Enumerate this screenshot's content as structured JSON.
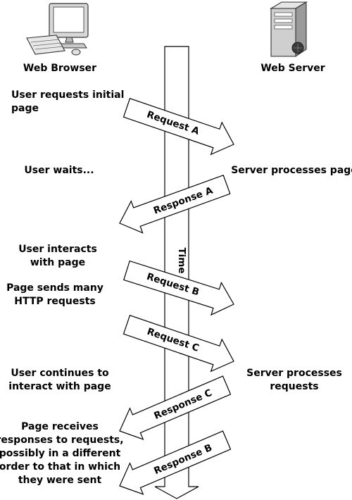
{
  "browser": {
    "label": "Web Browser",
    "icon": "desktop-computer-icon"
  },
  "server": {
    "label": "Web Server",
    "icon": "server-tower-icon"
  },
  "timeline": {
    "label": "Time"
  },
  "left_notes": [
    {
      "lines": [
        "User requests initial",
        "page"
      ]
    },
    {
      "lines": [
        "User waits..."
      ]
    },
    {
      "lines": [
        "User interacts",
        "with page"
      ]
    },
    {
      "lines": [
        "Page sends many",
        "HTTP requests"
      ]
    },
    {
      "lines": [
        "User continues to",
        "interact with page"
      ]
    },
    {
      "lines": [
        "Page receives",
        "responses to requests,",
        "possibly in a different",
        "order to that in which",
        "they were sent"
      ]
    }
  ],
  "right_notes": [
    {
      "lines": [
        "Server processes page"
      ]
    },
    {
      "lines": [
        "Server processes",
        "requests"
      ]
    }
  ],
  "messages": [
    {
      "label": "Request A",
      "direction": "to-server"
    },
    {
      "label": "Response A",
      "direction": "to-browser"
    },
    {
      "label": "Request B",
      "direction": "to-server"
    },
    {
      "label": "Request C",
      "direction": "to-server"
    },
    {
      "label": "Response C",
      "direction": "to-browser"
    },
    {
      "label": "Response B",
      "direction": "to-browser"
    }
  ]
}
